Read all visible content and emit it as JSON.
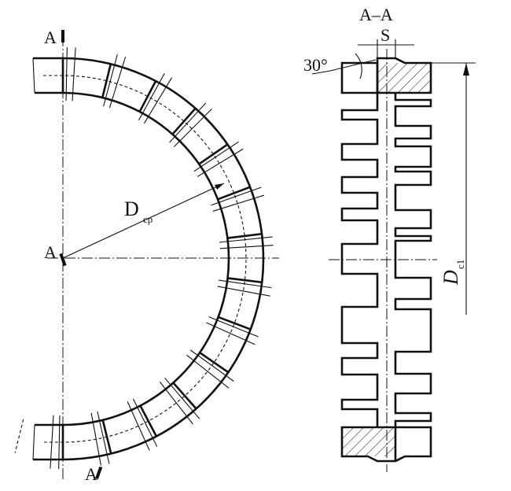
{
  "labels": {
    "section_mark_top": "A",
    "section_mark_center": "A",
    "section_mark_bottom": "A",
    "section_title": "A–A",
    "gap_dimension": "S",
    "angle": "30°",
    "mean_diameter_symbol": "D",
    "mean_diameter_subscript": "cp",
    "outer_diameter_symbol": "D",
    "outer_diameter_subscript": "c1"
  },
  "colors": {
    "line": "#111111",
    "background": "#ffffff"
  }
}
